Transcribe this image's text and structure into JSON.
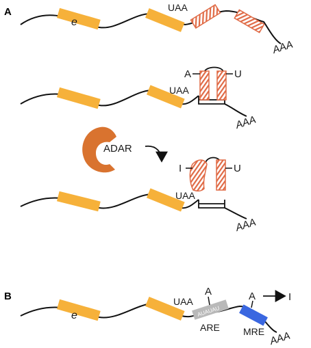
{
  "panels": {
    "a": "A",
    "b": "B"
  },
  "row1": {
    "exon_label": "e",
    "stop_codon": "UAA",
    "polya": "AAA"
  },
  "row2": {
    "base_left": "A",
    "base_right": "U",
    "stop_codon": "UAA",
    "polya": "AAA"
  },
  "enzyme": {
    "label": "ADAR"
  },
  "row3": {
    "base_left": "I",
    "base_right": "U",
    "stop_codon": "UAA",
    "polya": "AAA"
  },
  "row4": {
    "exon_label": "e",
    "stop_codon": "UAA",
    "ins_base": "A",
    "ins_base2": "A",
    "edit_result": "I",
    "are_sequence": "AUAUAU",
    "are_label": "ARE",
    "mre_label": "MRE",
    "polya": "AAA"
  },
  "colors": {
    "exon": "#f6b13a",
    "dsrna_stripe": "#e06a45",
    "adar": "#d9732f",
    "are_box": "#b9b9b9",
    "mre_box": "#3a67e0",
    "mrna_line": "#111111"
  },
  "icons": {
    "enzyme": "adar-enzyme-icon",
    "arrow": "curved-arrow-icon"
  }
}
